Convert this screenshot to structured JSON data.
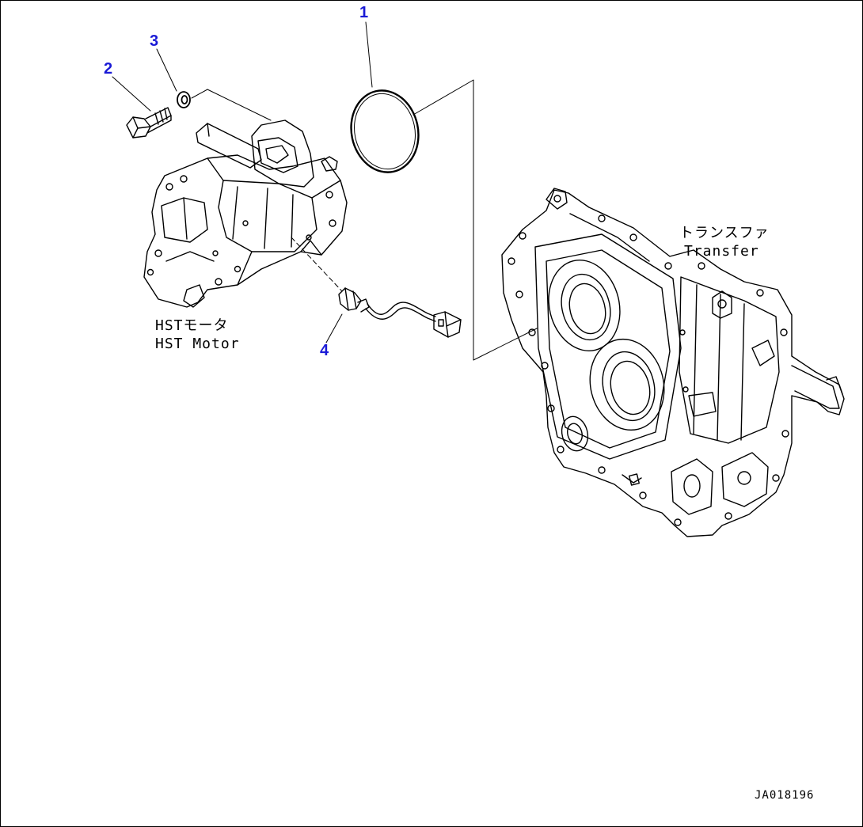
{
  "callouts": [
    {
      "number": "1",
      "part": "o-ring"
    },
    {
      "number": "2",
      "part": "bolt"
    },
    {
      "number": "3",
      "part": "washer"
    },
    {
      "number": "4",
      "part": "speed-sensor"
    }
  ],
  "labels": {
    "hst_motor_jp": "HSTモータ",
    "hst_motor_en": "HST Motor",
    "transfer_jp": "トランスファ",
    "transfer_en": "Transfer"
  },
  "drawing_number": "JA018196",
  "colors": {
    "callout": "#1a1ad6",
    "line": "#000000",
    "background": "#ffffff"
  }
}
